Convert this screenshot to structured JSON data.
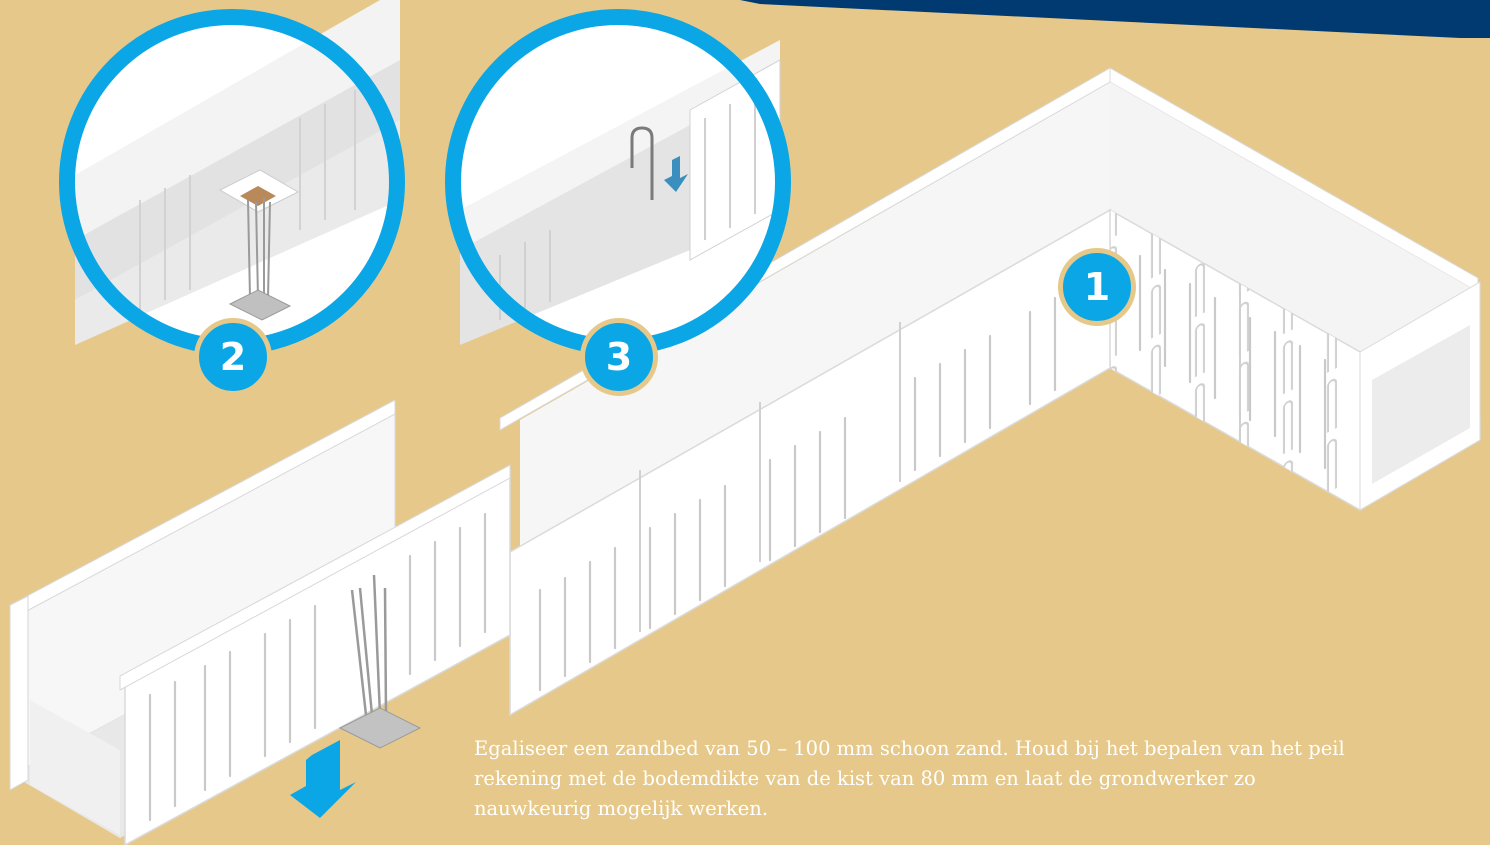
{
  "steps": [
    {
      "number": "1"
    },
    {
      "number": "2"
    },
    {
      "number": "3"
    }
  ],
  "caption": "Egaliseer een zandbed van 50 – 100 mm schoon zand. Houd bij het bepalen van het peil rekening met de bodemdikte van de kist van 80 mm en laat de grondwerker zo nauwkeurig mogelijk werken.",
  "colors": {
    "background_sand": "#e6c98a",
    "accent_blue": "#0aa6e6",
    "header_band": "#003a70",
    "channel_white": "#ffffff",
    "channel_shadow": "#e3e3e3"
  }
}
